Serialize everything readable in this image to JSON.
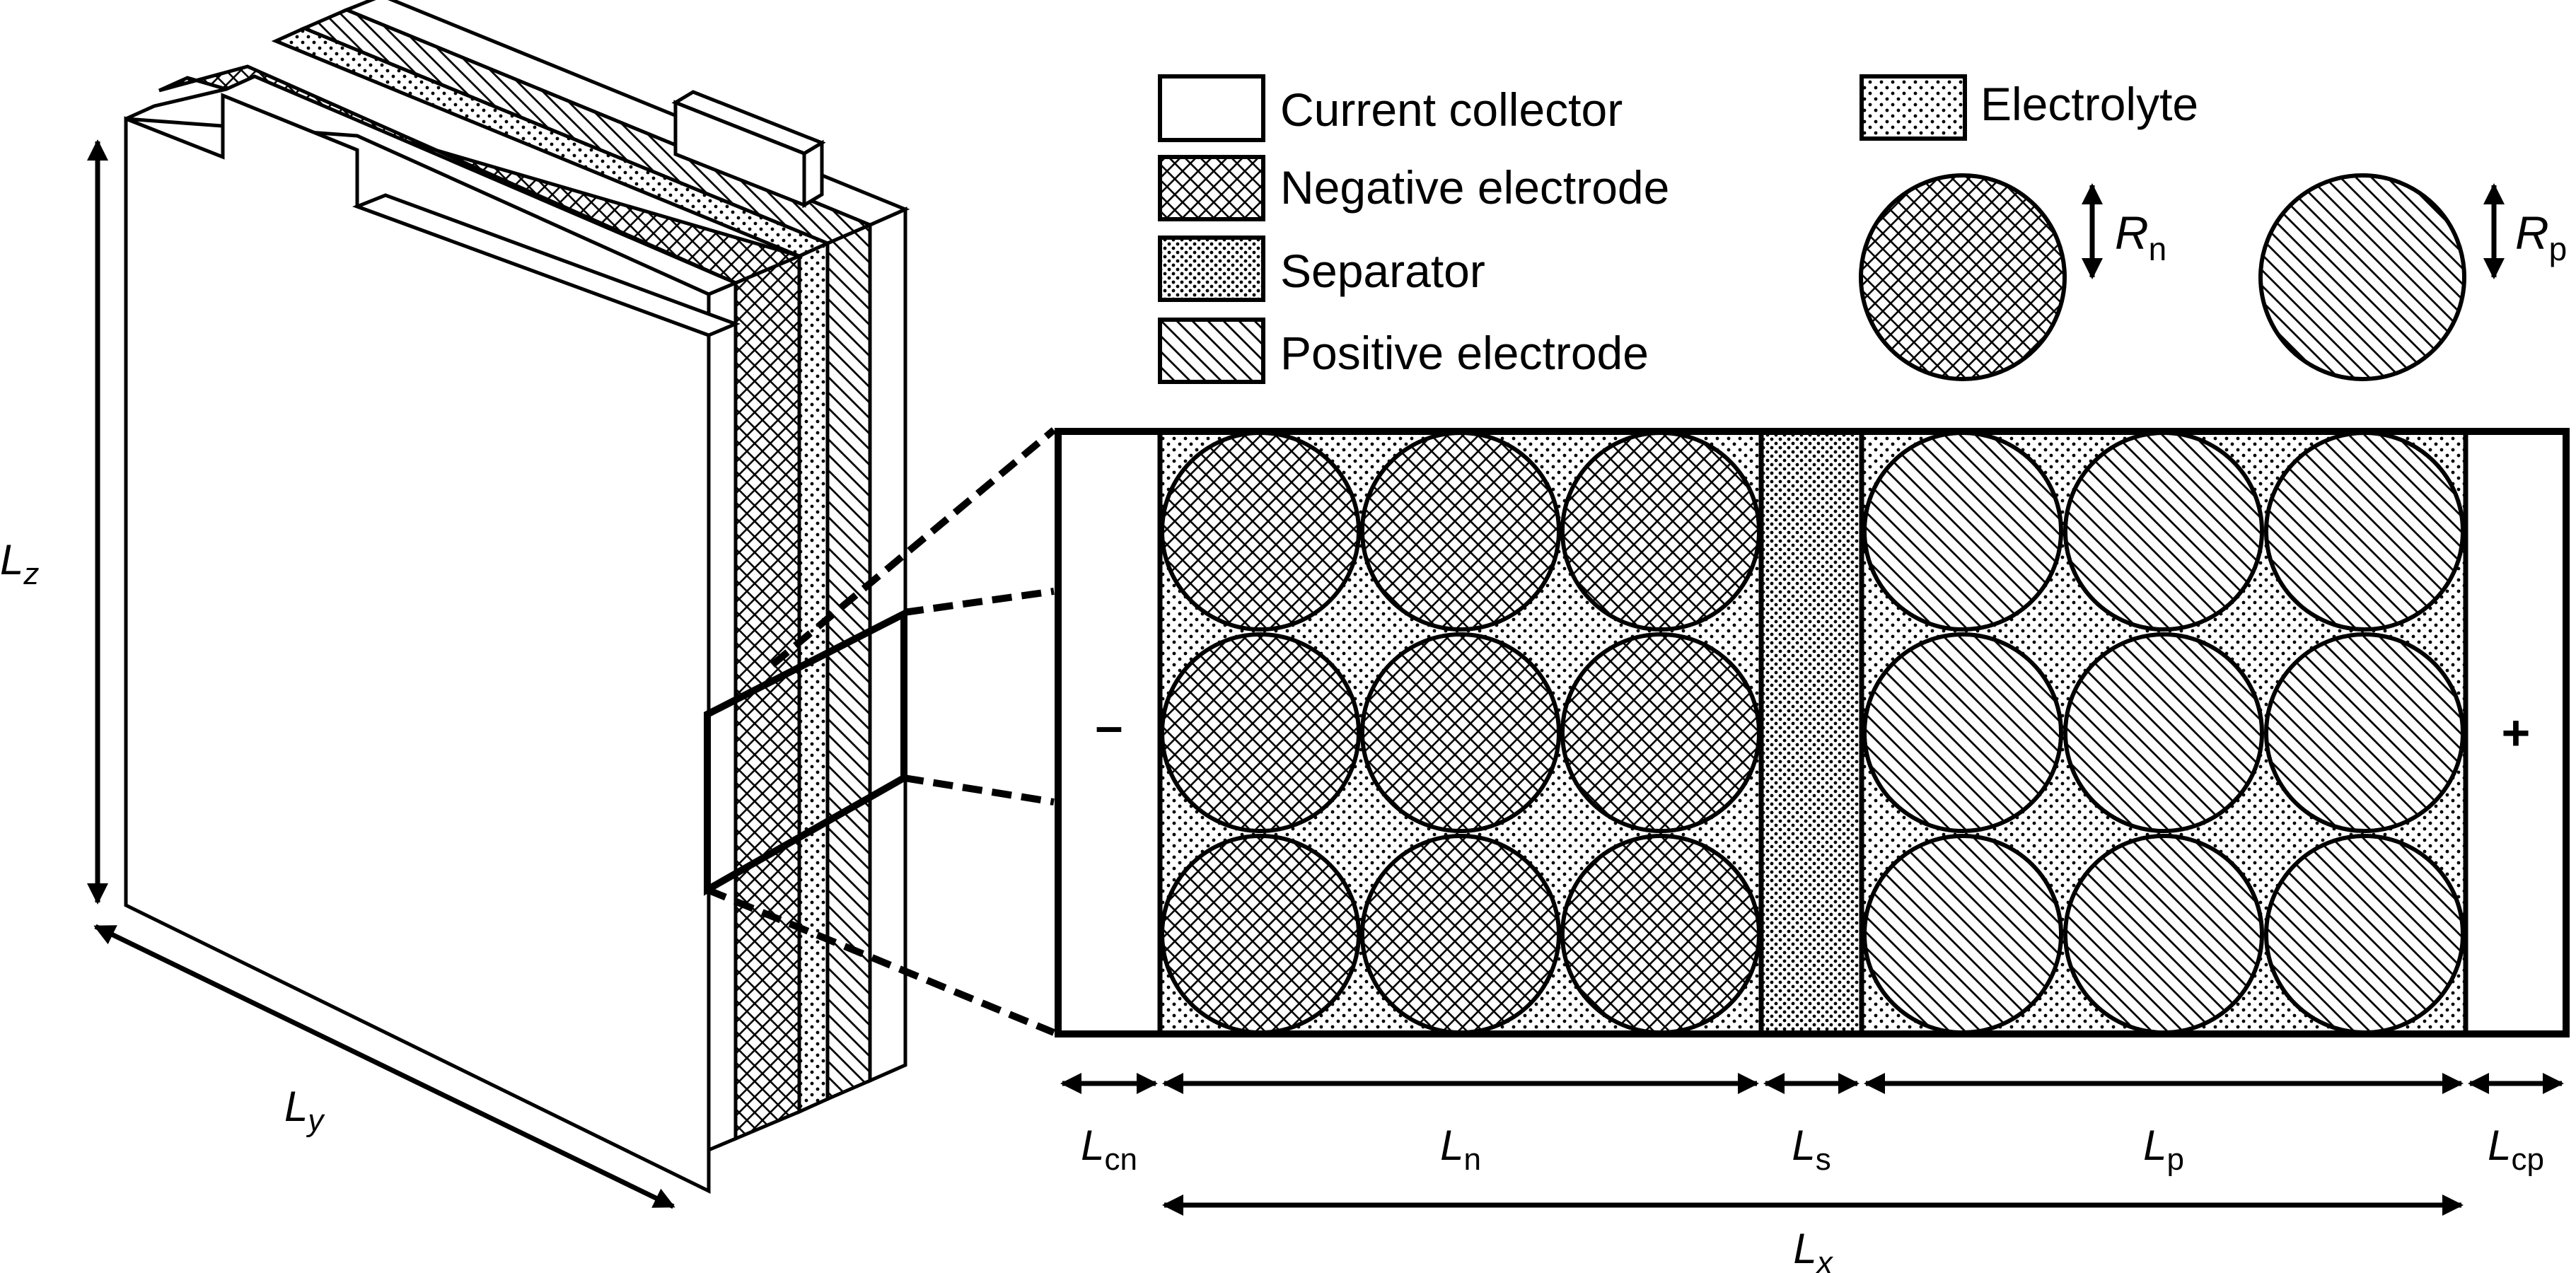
{
  "legend": {
    "current_collector": "Current collector",
    "negative_electrode": "Negative electrode",
    "separator": "Separator",
    "positive_electrode": "Positive electrode",
    "electrolyte": "Electrolyte"
  },
  "particles": {
    "negative_radius": {
      "symbol": "R",
      "subscript": "n"
    },
    "positive_radius": {
      "symbol": "R",
      "subscript": "p"
    }
  },
  "terminals": {
    "negative": "–",
    "positive": "+"
  },
  "cell_dims": {
    "z": {
      "symbol": "L",
      "subscript": "z"
    },
    "y": {
      "symbol": "L",
      "subscript": "y"
    }
  },
  "layer_dims": {
    "cn": {
      "symbol": "L",
      "subscript": "cn"
    },
    "n": {
      "symbol": "L",
      "subscript": "n"
    },
    "s": {
      "symbol": "L",
      "subscript": "s"
    },
    "p": {
      "symbol": "L",
      "subscript": "p"
    },
    "cp": {
      "symbol": "L",
      "subscript": "cp"
    },
    "x": {
      "symbol": "L",
      "subscript": "x"
    }
  },
  "colors": {
    "line": "#000000",
    "background": "#ffffff"
  }
}
